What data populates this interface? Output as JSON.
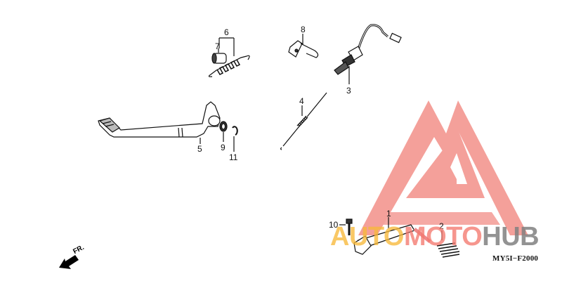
{
  "diagram": {
    "type": "exploded parts diagram",
    "subject": "brake pedal and gear change pedal assembly",
    "drawing_code": "MY5I−F2000",
    "direction_indicator": "FR.",
    "callouts": [
      {
        "id": "1",
        "label": "1",
        "part": "gear change pedal"
      },
      {
        "id": "2",
        "label": "2",
        "part": "shift pedal rubber"
      },
      {
        "id": "3",
        "label": "3",
        "part": "rear stop switch"
      },
      {
        "id": "4",
        "label": "4",
        "part": "stop switch spring"
      },
      {
        "id": "5",
        "label": "5",
        "part": "brake pedal"
      },
      {
        "id": "6",
        "label": "6",
        "part": "return spring"
      },
      {
        "id": "7",
        "label": "7",
        "part": "spring collar"
      },
      {
        "id": "8",
        "label": "8",
        "part": "bracket"
      },
      {
        "id": "9",
        "label": "9",
        "part": "washer"
      },
      {
        "id": "10",
        "label": "10",
        "part": "bolt"
      },
      {
        "id": "11",
        "label": "11",
        "part": "snap ring"
      }
    ]
  },
  "watermark": {
    "text_parts": [
      "AUTO",
      "MOTO",
      "HUB"
    ],
    "colors": {
      "auto": "#f7b83a",
      "moto": "#f4786e",
      "hub": "#808080",
      "logo": "#f4a09a"
    }
  }
}
